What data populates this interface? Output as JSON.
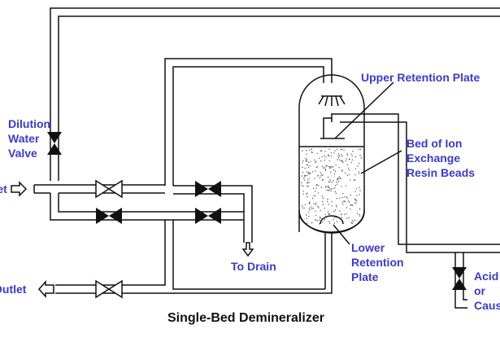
{
  "diagram": {
    "caption": "Single-Bed Demineralizer",
    "labels": {
      "upper_retention_plate": "Upper Retention Plate",
      "dilution_valve": [
        "Dilution",
        "Water",
        "Valve"
      ],
      "inlet": "Inlet",
      "outlet": "Outlet",
      "to_drain": "To Drain",
      "bed_of_ion": [
        "Bed of Ion",
        "Exchange",
        "Resin Beads"
      ],
      "lower_retention_plate": [
        "Lower",
        "Retention",
        "Plate"
      ],
      "acid_or_caustic": [
        "Acid",
        "or",
        "Caustic"
      ]
    },
    "colors": {
      "label": "#3a3ad6",
      "line": "#111111",
      "resin_dots": "#555555"
    }
  }
}
